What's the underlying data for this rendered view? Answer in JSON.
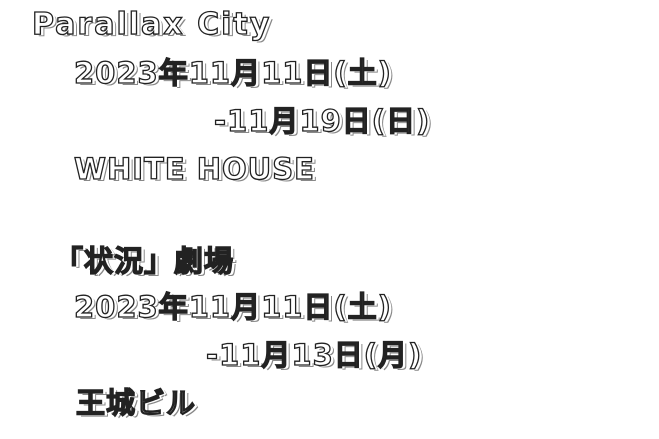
{
  "event1": {
    "title": "Parallax City",
    "date_start": "2023年11月11日(土)",
    "date_end": "-11月19日(日)",
    "venue": "WHITE HOUSE"
  },
  "event2": {
    "title": "「状況」劇場",
    "date_start": "2023年11月11日(土)",
    "date_end": "-11月13日(月)",
    "venue": "王城ビル"
  }
}
